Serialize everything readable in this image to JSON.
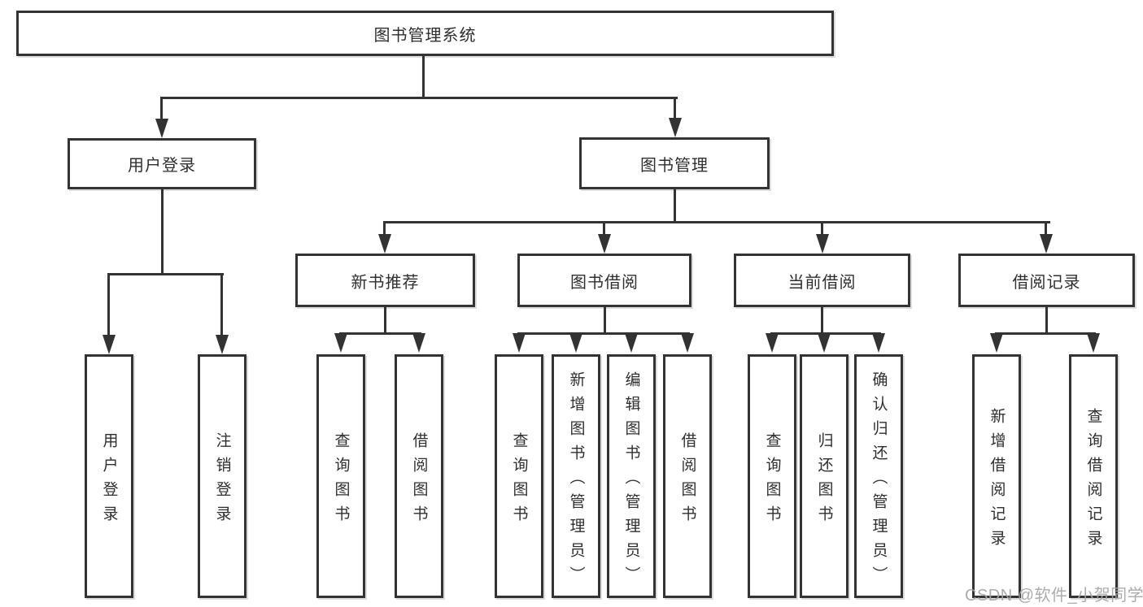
{
  "title": {
    "label": "图书管理系统"
  },
  "level2": [
    {
      "label": "用户登录"
    },
    {
      "label": "图书管理"
    }
  ],
  "level3": [
    {
      "label": "新书推荐"
    },
    {
      "label": "图书借阅"
    },
    {
      "label": "当前借阅"
    },
    {
      "label": "借阅记录"
    }
  ],
  "leaves": {
    "user_login": [
      {
        "label": "用户登录"
      },
      {
        "label": "注销登录"
      }
    ],
    "new_book": [
      {
        "label": "查询图书"
      },
      {
        "label": "借阅图书"
      }
    ],
    "book_borrow": [
      {
        "label": "查询图书"
      },
      {
        "label": "新增图书（管理员）"
      },
      {
        "label": "编辑图书（管理员）"
      },
      {
        "label": "借阅图书"
      }
    ],
    "current_borrow": [
      {
        "label": "查询图书"
      },
      {
        "label": "归还图书"
      },
      {
        "label": "确认归还（管理员）"
      }
    ],
    "borrow_records": [
      {
        "label": "新增借阅记录"
      },
      {
        "label": "查询借阅记录"
      }
    ]
  },
  "watermark": {
    "text": "CSDN @软件_小贺同学"
  },
  "colors": {
    "line": "#333333",
    "text": "#2f2f2f",
    "watermark": "#a5a5a5"
  }
}
